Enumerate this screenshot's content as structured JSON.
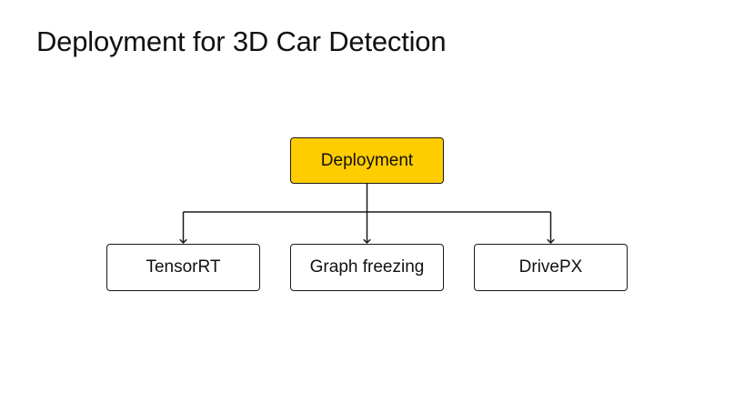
{
  "slide": {
    "title": "Deployment for 3D Car Detection"
  },
  "diagram": {
    "root": {
      "label": "Deployment",
      "fill_color": "#FFCC00"
    },
    "children": [
      {
        "label": "TensorRT"
      },
      {
        "label": "Graph freezing"
      },
      {
        "label": "DrivePX"
      }
    ],
    "line_color": "#1a1a1a"
  }
}
